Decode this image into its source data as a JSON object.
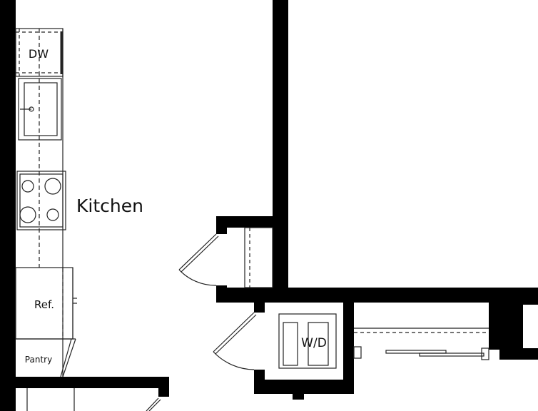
{
  "colors": {
    "wall": "#000000",
    "line": "#222222",
    "background": "#ffffff"
  },
  "labels": {
    "kitchen": "Kitchen",
    "dishwasher": "DW",
    "refrigerator": "Ref.",
    "pantry": "Pantry",
    "washer_dryer": "W/D"
  }
}
